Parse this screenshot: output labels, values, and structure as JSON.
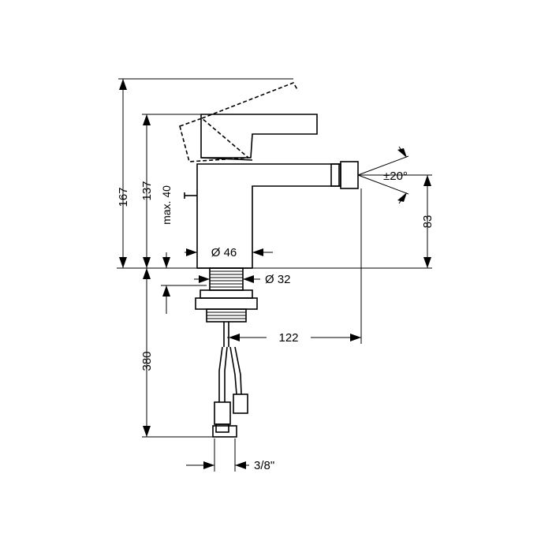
{
  "dimensions": {
    "height_total": "167",
    "height_spout": "137",
    "max_deck": "max. 40",
    "spout_height": "83",
    "tilt_angle": "±20°",
    "base_diameter": "Ø 46",
    "shank_diameter": "Ø 32",
    "projection": "122",
    "hose_length": "380",
    "connection": "3/8\""
  }
}
